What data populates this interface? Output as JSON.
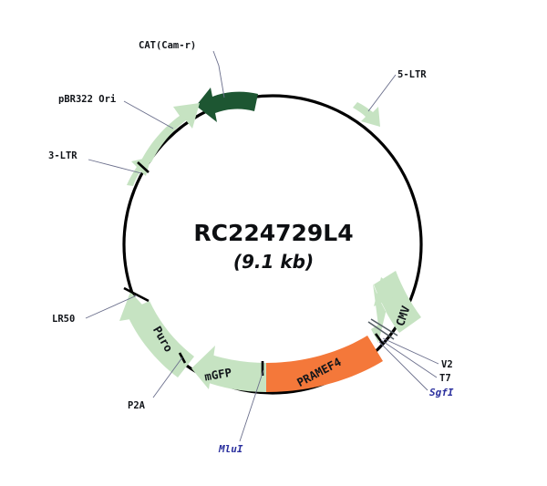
{
  "figure": {
    "type": "plasmid-map",
    "title": "RC224729L4",
    "size_label": "(9.1 kb)",
    "background_color": "#ffffff",
    "backbone_color": "#000000",
    "colors": {
      "feature_light_green": "#c6e3c2",
      "feature_dark_green": "#1d5632",
      "feature_orange": "#f4783a",
      "leader_line": "#6b6f8c",
      "enzyme_label": "#2a2f9e",
      "site_label": "#1c2060"
    }
  },
  "features": [
    {
      "id": "cat-cam-r",
      "label": "CAT(Cam-r)",
      "color": "#1d5632",
      "shape": "arrow",
      "direction": "counterclockwise"
    },
    {
      "id": "pbr322-ori",
      "label": "pBR322 Ori",
      "color": "#c6e3c2",
      "shape": "arrow",
      "direction": "clockwise"
    },
    {
      "id": "5-ltr",
      "label": "5-LTR",
      "color": "#c6e3c2",
      "shape": "arrow",
      "direction": "clockwise"
    },
    {
      "id": "3-ltr",
      "label": "3-LTR",
      "color": "#c6e3c2",
      "shape": "arrow",
      "direction": "clockwise"
    },
    {
      "id": "cmv",
      "label": "CMV",
      "color": "#c6e3c2",
      "shape": "arrow",
      "direction": "counterclockwise",
      "label_on_feature": true
    },
    {
      "id": "prame f4",
      "label": "PRAMEF4",
      "color": "#f4783a",
      "shape": "block",
      "direction": "none",
      "label_on_feature": true
    },
    {
      "id": "mgfp",
      "label": "mGFP",
      "color": "#c6e3c2",
      "shape": "arrow",
      "direction": "counterclockwise",
      "label_on_feature": true
    },
    {
      "id": "puro",
      "label": "Puro",
      "color": "#c6e3c2",
      "shape": "arrow",
      "direction": "counterclockwise",
      "label_on_feature": true
    }
  ],
  "sites": [
    {
      "id": "lr50",
      "label": "LR50",
      "style": "plain"
    },
    {
      "id": "p2a",
      "label": "P2A",
      "style": "plain"
    },
    {
      "id": "mlui",
      "label": "MluI",
      "style": "enzyme"
    },
    {
      "id": "sgfi",
      "label": "SgfI",
      "style": "enzyme"
    },
    {
      "id": "t7",
      "label": "T7",
      "style": "site"
    },
    {
      "id": "v2",
      "label": "V2",
      "style": "site"
    }
  ],
  "labels": {
    "cat": "CAT(Cam-r)",
    "ori": "pBR322 Ori",
    "ltr3": "3-LTR",
    "ltr5": "5-LTR",
    "lr50": "LR50",
    "p2a": "P2A",
    "mlui": "MluI",
    "v2": "V2",
    "t7": "T7",
    "sgfi": "SgfI",
    "cmv": "CMV",
    "pramef4": "PRAMEF4",
    "mgfp": "mGFP",
    "puro": "Puro"
  }
}
